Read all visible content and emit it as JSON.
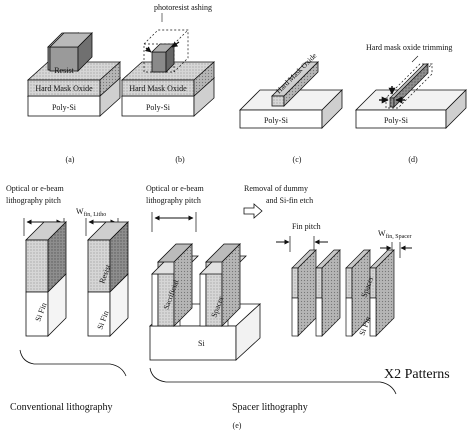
{
  "panel_a": {
    "resist": "Resist",
    "hard_mask_oxide": "Hard Mask Oxide",
    "poly_si": "Poly-Si",
    "caption": "(a)"
  },
  "panel_b": {
    "annotation": "photoresist ashing",
    "hard_mask_oxide": "Hard Mask Oxide",
    "poly_si": "Poly-Si",
    "caption": "(b)"
  },
  "panel_c": {
    "hard_mask_oxide": "Hard Mask Oxide",
    "poly_si": "Poly-Si",
    "caption": "(c)"
  },
  "panel_d": {
    "annotation": "Hard mask oxide trimming",
    "poly_si": "Poly-Si",
    "caption": "(d)"
  },
  "panel_e": {
    "left_pitch_label_1": "Optical or e-beam",
    "left_pitch_label_2": "lithography pitch",
    "w_fin_litho_main": "W",
    "w_fin_litho_sub": "fin, Litho",
    "resist": "Resist",
    "si_fin_1": "Si Fin",
    "si_fin_2": "Si Fin",
    "mid_pitch_label_1": "Optical or e-beam",
    "mid_pitch_label_2": "lithography pitch",
    "sacrificial": "Sacrificial",
    "spacer_1": "Spacer",
    "si": "Si",
    "removal_label_1": "Removal of dummy",
    "removal_label_2": "and Si-fin etch",
    "fin_pitch": "Fin pitch",
    "w_fin_spacer_main": "W",
    "w_fin_spacer_sub": "fin, Spacer",
    "spacer_2": "Spacer",
    "si_fin_3": "Si Fin",
    "x2_patterns": "X2 Patterns",
    "conventional": "Conventional lithography",
    "spacer_litho": "Spacer lithography",
    "caption": "(e)"
  }
}
